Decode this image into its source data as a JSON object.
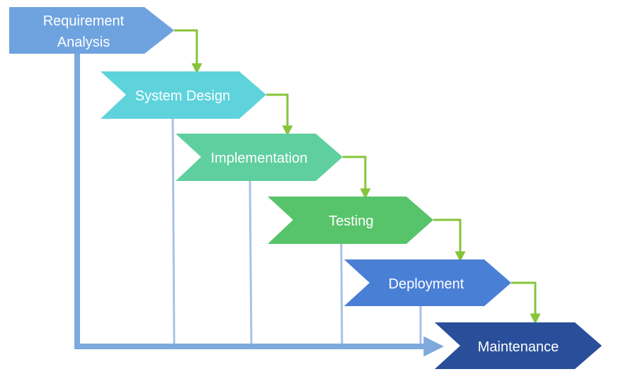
{
  "stages": [
    {
      "id": "requirement-analysis",
      "label_lines": [
        "Requirement",
        "Analysis"
      ],
      "color": "#6fa3e0"
    },
    {
      "id": "system-design",
      "label_lines": [
        "System Design"
      ],
      "color": "#5ed3dc"
    },
    {
      "id": "implementation",
      "label_lines": [
        "Implementation"
      ],
      "color": "#5fcf9f"
    },
    {
      "id": "testing",
      "label_lines": [
        "Testing"
      ],
      "color": "#57c36a"
    },
    {
      "id": "deployment",
      "label_lines": [
        "Deployment"
      ],
      "color": "#4a7fd6"
    },
    {
      "id": "maintenance",
      "label_lines": [
        "Maintenance"
      ],
      "color": "#2a4f9a"
    }
  ],
  "colors": {
    "flow_arrow": "#86c43a",
    "feedback_main": "#7ea9dc",
    "feedback_line": "#a8c2e6"
  }
}
